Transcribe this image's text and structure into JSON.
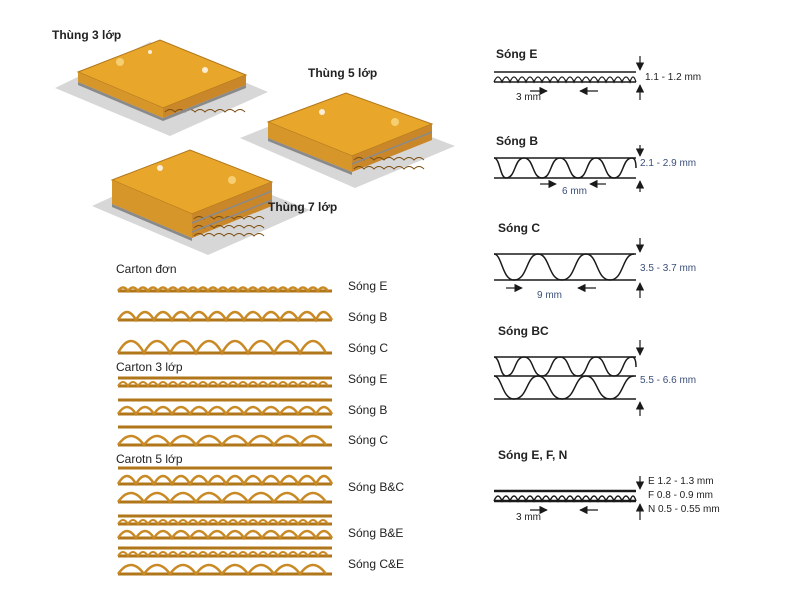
{
  "colors": {
    "board": "#e8a62a",
    "board_light": "#f6cf72",
    "board_edge": "#b0761a",
    "shadow": "#d7d7d7",
    "stroke": "#1a1a1a",
    "dim_text": "#3b4f7a"
  },
  "boxes": {
    "box3": "Thùng 3 lớp",
    "box5": "Thùng 5 lớp",
    "box7": "Thùng 7 lớp"
  },
  "layers": {
    "group_single": "Carton đơn",
    "group_3": "Carton 3 lớp",
    "group_5": "Carotn 5 lớp",
    "single": [
      "Sóng E",
      "Sóng B",
      "Sóng C"
    ],
    "three": [
      "Sóng E",
      "Sóng B",
      "Sóng C"
    ],
    "five": [
      "Sóng B&C",
      "Sóng B&E",
      "Sóng C&E"
    ]
  },
  "flutes": {
    "e": {
      "title": "Sóng E",
      "height": "1.1 - 1.2 mm",
      "pitch": "3 mm"
    },
    "b": {
      "title": "Sóng B",
      "height": "2.1 - 2.9 mm",
      "pitch": "6 mm"
    },
    "c": {
      "title": "Sóng C",
      "height": "3.5 - 3.7 mm",
      "pitch": "9 mm"
    },
    "bc": {
      "title": "Sóng BC",
      "height": "5.5 - 6.6 mm"
    },
    "efn": {
      "title": "Sóng E, F, N",
      "e": "E 1.2 - 1.3 mm",
      "f": "F 0.8 - 0.9 mm",
      "n": "N 0.5 - 0.55 mm",
      "pitch": "3 mm"
    }
  }
}
